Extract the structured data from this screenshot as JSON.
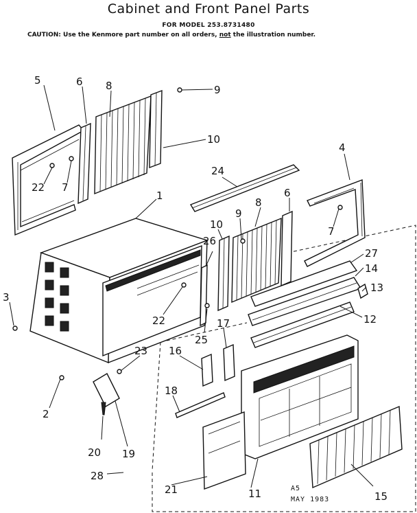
{
  "header": {
    "title": "Cabinet and Front Panel Parts",
    "model": "FOR MODEL 253.8731480",
    "caution_prefix": "CAUTION: Use the Kenmore part number on all orders,",
    "caution_not": "not",
    "caution_suffix": "the illustration number."
  },
  "callouts": {
    "c1": "1",
    "c2": "2",
    "c3": "3",
    "c4": "4",
    "c5": "5",
    "c6a": "6",
    "c6b": "6",
    "c7a": "7",
    "c7b": "7",
    "c8a": "8",
    "c8b": "8",
    "c9a": "9",
    "c9b": "9",
    "c10a": "10",
    "c10b": "10",
    "c11": "11",
    "c12": "12",
    "c13": "13",
    "c14": "14",
    "c15": "15",
    "c16": "16",
    "c17": "17",
    "c18": "18",
    "c19": "19",
    "c20": "20",
    "c21": "21",
    "c22a": "22",
    "c22b": "22",
    "c23": "23",
    "c24": "24",
    "c25": "25",
    "c26": "26",
    "c27": "27",
    "c28": "28"
  },
  "footer": {
    "code": "A5",
    "date": "MAY 1983"
  }
}
